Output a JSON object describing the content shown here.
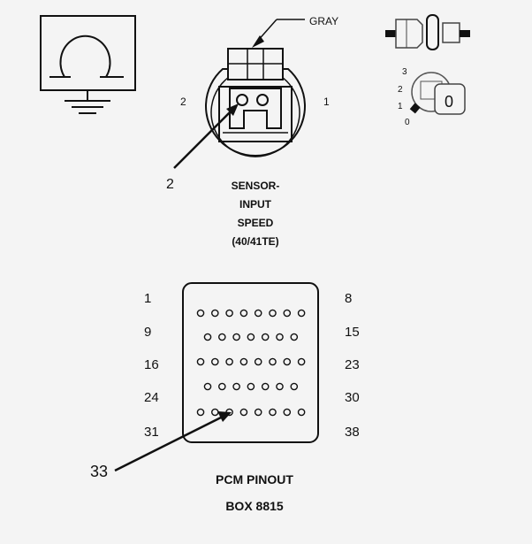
{
  "sensor": {
    "wire_color": "GRAY",
    "pin_left": "2",
    "pin_right": "1",
    "callout": "2",
    "title_lines": [
      "SENSOR-",
      "INPUT",
      "SPEED",
      "(40/41TE)"
    ]
  },
  "key_switch": {
    "positions": [
      "3",
      "2",
      "1",
      "0"
    ],
    "key_label": "0"
  },
  "pcm": {
    "left_labels": [
      "1",
      "9",
      "16",
      "24",
      "31"
    ],
    "right_labels": [
      "8",
      "15",
      "23",
      "30",
      "38"
    ],
    "callout": "33",
    "title": "PCM PINOUT",
    "subtitle": "BOX 8815",
    "row_pin_counts": [
      8,
      7,
      8,
      7,
      8
    ]
  }
}
